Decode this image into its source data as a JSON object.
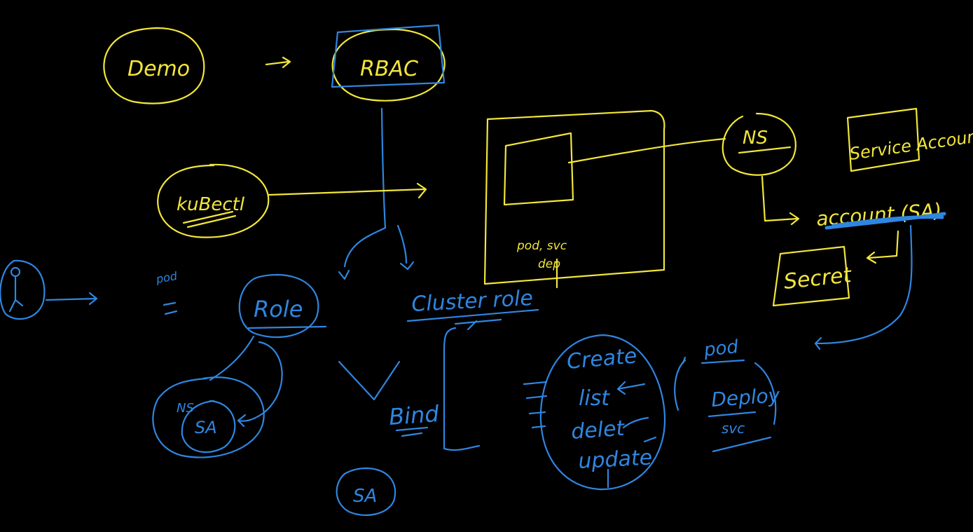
{
  "labels": {
    "demo": "Demo",
    "rbac": "RBAC",
    "kubectl": "kuBectl",
    "ns": "NS",
    "service_account": "Service Account",
    "account_sa": "account (SA)",
    "secret": "Secret",
    "pod_svc": "pod, svc",
    "dep": "dep",
    "pod_small": "pod",
    "role": "Role",
    "cluster_role": "Cluster role",
    "ns_sa_ns": "NS",
    "ns_sa_sa": "SA",
    "bind": "Bind",
    "sa_bottom": "SA",
    "create": "Create",
    "list": "list",
    "delete": "delet",
    "update": "update",
    "pod_right": "pod",
    "deploy": "Deploy",
    "svc": "svc"
  },
  "colors": {
    "background": "#000000",
    "yellow": "#f2e63a",
    "blue": "#2f86e0"
  }
}
